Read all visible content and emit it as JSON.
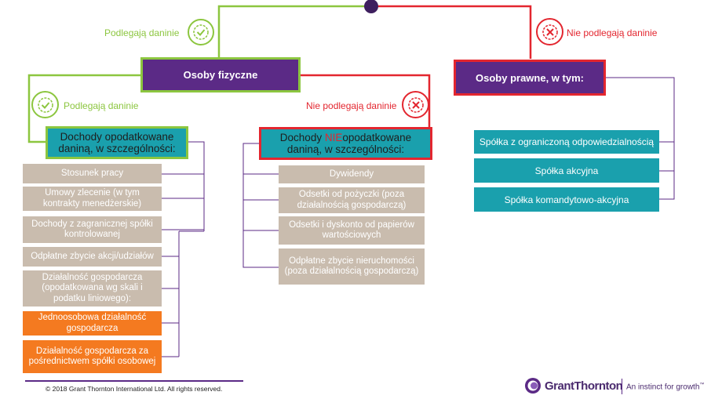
{
  "root": {
    "left_label": "Podlegają daninie",
    "right_label": "Nie podlegają daninie"
  },
  "natural_persons": {
    "title": "Osoby fizyczne",
    "left_label": "Podlegają daninie",
    "right_label": "Nie podlegają daninie"
  },
  "taxed_income": {
    "title": "Dochody opodatkowane daniną, w szczególności:",
    "items": [
      "Stosunek pracy",
      "Umowy zlecenie (w tym kontrakty menedżerskie)",
      "Dochody z zagranicznej spółki kontrolowanej",
      "Odpłatne zbycie akcji/udziałów",
      "Działalność gospodarcza (opodatkowana wg skali i podatku liniowego):"
    ],
    "sub_items": [
      "Jednoosobowa działalność gospodarcza",
      "Działalność gospodarcza za pośrednictwem spółki osobowej"
    ]
  },
  "untaxed_income": {
    "title_prefix": "Dochody ",
    "title_highlight": "NIE",
    "title_suffix": "opodatkowane daniną, w szczególności:",
    "items": [
      "Dywidendy",
      "Odsetki od pożyczki (poza działalnością gospodarczą)",
      "Odsetki i dyskonto od papierów wartościowych",
      "Odpłatne zbycie nieruchomości (poza działalnością gospodarczą)"
    ]
  },
  "legal_persons": {
    "title": "Osoby prawne, w tym:",
    "items": [
      "Spółka z ograniczoną odpowiedzialnością",
      "Spółka akcyjna",
      "Spółka komandytowo-akcyjna"
    ]
  },
  "footer": {
    "copyright": "© 2018 Grant Thornton International Ltd. All rights reserved.",
    "brand": "GrantThornton",
    "tagline": "An instinct for growth",
    "tm": "™"
  },
  "colors": {
    "purple": "#5b2a86",
    "green": "#8cc63f",
    "red": "#e3262f",
    "teal": "#1aa0ad",
    "tan": "#c9bcae",
    "orange": "#f47a20"
  }
}
